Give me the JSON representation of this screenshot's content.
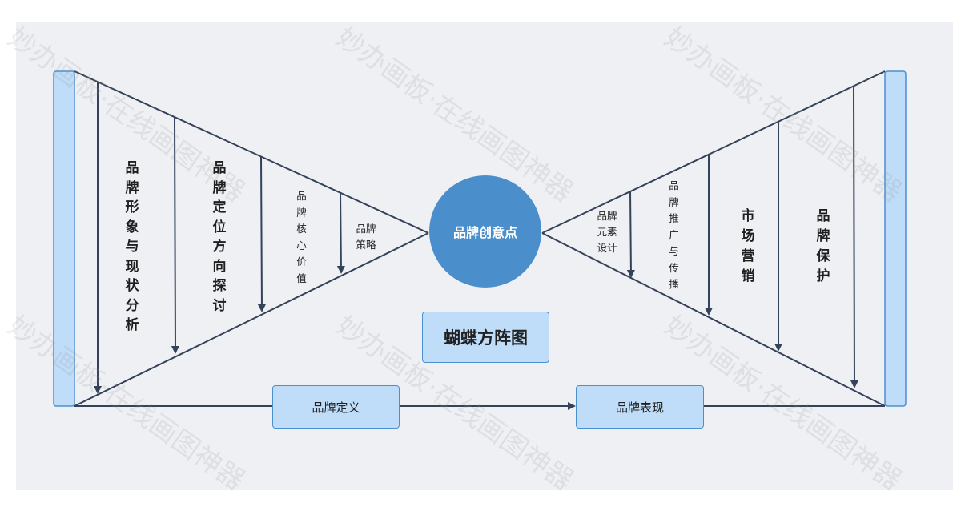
{
  "watermark": "妙办画板·在线画图神器",
  "center": "品牌创意点",
  "title": "蝴蝶方阵图",
  "bottom": {
    "left": "品牌定义",
    "right": "品牌表现"
  },
  "left_stages": [
    "品牌形象与现状分析",
    "品牌定位方向探讨",
    "品牌核心价值",
    "品牌策略"
  ],
  "right_stages": [
    "品牌元素设计",
    "品牌推广与传播",
    "市场营销",
    "品牌保护"
  ],
  "colors": {
    "panel": "#eef0f4",
    "bar": "#bfdcf8",
    "accent": "#4a8fcc",
    "line": "#34425a"
  }
}
